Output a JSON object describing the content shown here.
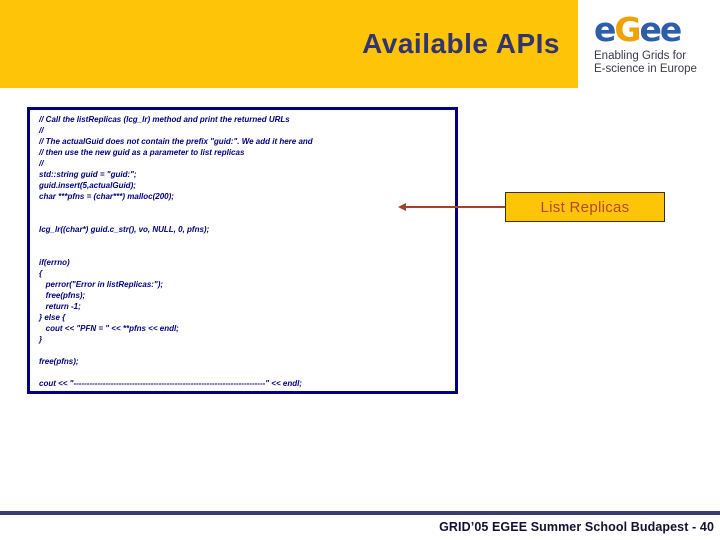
{
  "slide": {
    "title": "Available APIs",
    "footer": "GRID’05 EGEE Summer School Budapest - 40"
  },
  "logo": {
    "letters": [
      "e",
      "G",
      "e",
      "e"
    ],
    "tagline_line1": "Enabling Grids for",
    "tagline_line2": "E-science in Europe"
  },
  "code_block": {
    "lines": [
      "// Call the listReplicas (lcg_lr) method and print the returned URLs",
      "//",
      "// The actualGuid does not contain the prefix \"guid:\". We add it here and",
      "// then use the new guid as a parameter to list replicas",
      "//",
      "std::string guid = \"guid:\";",
      "guid.insert(5,actualGuid);",
      "char ***pfns = (char***) malloc(200);",
      "",
      "",
      "lcg_lr((char*) guid.c_str(), vo, NULL, 0, pfns);",
      "",
      "",
      "if(errno)",
      "{",
      "   perror(\"Error in listReplicas:\");",
      "   free(pfns);",
      "   return -1;",
      "} else {",
      "   cout << \"PFN = \" << **pfns << endl;",
      "}",
      "",
      "free(pfns);",
      "",
      "cout << \"------------------------------------------------------------------------\" << endl;"
    ]
  },
  "callout": {
    "label": "List Replicas"
  },
  "colors": {
    "header_gold": "#FDC408",
    "title_navy": "#333370",
    "code_navy": "#000080",
    "callout_text_brick": "#B5482B",
    "arrow_brown": "#A5432A",
    "footer_line_navy": "#3C3C6E",
    "logo_blue": "#2E5EA9",
    "logo_orange": "#F0A202"
  }
}
